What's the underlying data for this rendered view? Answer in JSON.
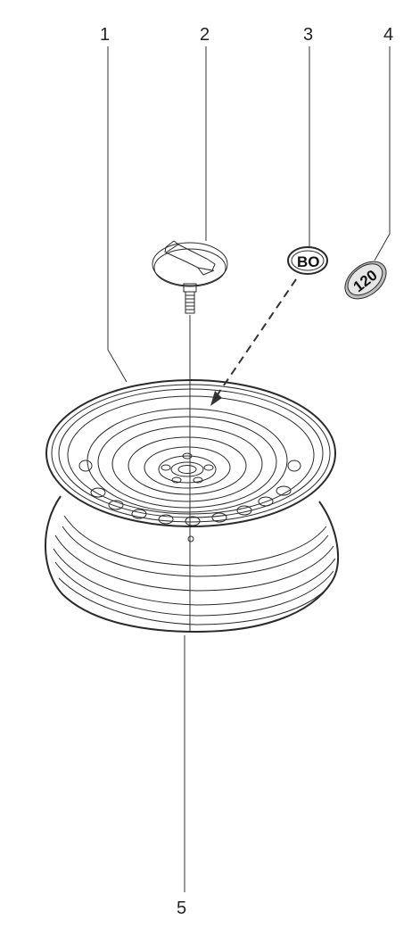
{
  "callouts": [
    {
      "id": "1",
      "label": "1"
    },
    {
      "id": "2",
      "label": "2"
    },
    {
      "id": "3",
      "label": "3"
    },
    {
      "id": "4",
      "label": "4"
    },
    {
      "id": "5",
      "label": "5"
    }
  ],
  "badges": {
    "hub_cap_badge": "BO",
    "side_badge": "120"
  },
  "colors": {
    "line": "#2a2a2a",
    "fill": "#ffffff",
    "shade": "#cfcfcf"
  }
}
